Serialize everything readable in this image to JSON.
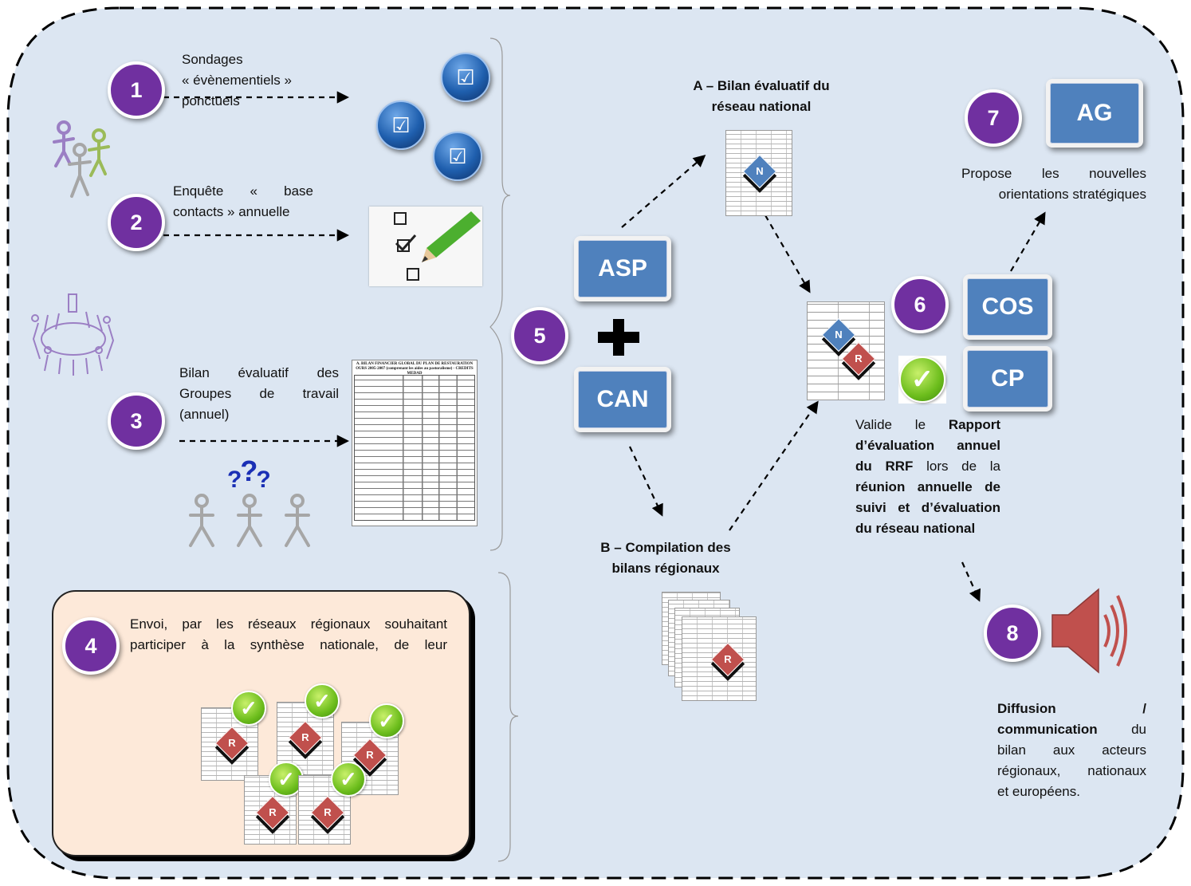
{
  "background_color": "#dce6f2",
  "accent_purple": "#7030a0",
  "box_blue": "#4f81bd",
  "marker_red": "#c0504d",
  "steps": {
    "s1": "1",
    "s2": "2",
    "s3": "3",
    "s4": "4",
    "s5": "5",
    "s6": "6",
    "s7": "7",
    "s8": "8"
  },
  "step1": {
    "line1": "Sondages",
    "line2": "« évènementiels »",
    "line3": "ponctuels"
  },
  "step2": {
    "line1": "Enquête « base",
    "line2": "contacts » annuelle"
  },
  "step3": {
    "line1": "Bilan évaluatif des",
    "line2": "Groupes de travail",
    "line3": "(annuel)"
  },
  "step4": {
    "line1": "Envoi, par les réseaux régionaux souhaitant",
    "line2": "participer à la synthèse nationale, de leur"
  },
  "boxes": {
    "asp": "ASP",
    "can": "CAN",
    "ag": "AG",
    "cos": "COS",
    "cp": "CP"
  },
  "section_a": {
    "line1": "A – Bilan évaluatif du",
    "line2": "réseau national"
  },
  "section_b": {
    "line1": "B – Compilation des",
    "line2": "bilans régionaux"
  },
  "markers": {
    "national": "N",
    "regional": "R"
  },
  "step7_text": {
    "line1": "Propose les nouvelles",
    "line2": "orientations stratégiques"
  },
  "step6_text": {
    "l1a": "Valide le ",
    "l1b": "Rapport",
    "l2": "d’évaluation annuel",
    "l3a": "du RRF",
    "l3b": " lors de la",
    "l4": "réunion annuelle de",
    "l5": "suivi et d’évaluation",
    "l6": "du réseau national"
  },
  "step8_text": {
    "l1a": "Diffusion",
    "l1b": "/",
    "l2a": "communication",
    "l2b": " du",
    "l3": "bilan aux acteurs",
    "l4": "régionaux, nationaux",
    "l5": "et européens."
  },
  "table_doc": {
    "title": "A. BILAN FINANCIER GLOBAL DU PLAN DE RESTAURATION OURS 2005-2007 (comprenant les aides au pastoralisme) - CREDITS MEDAD"
  },
  "icons": {
    "people": "people-group-icon",
    "meeting": "meeting-circle-icon",
    "question": "question-marks-icon",
    "checklist": "checklist-pencil-icon",
    "survey": "survey-check-icon",
    "plus": "plus-icon",
    "checkmark": "green-check-icon",
    "speaker": "loudspeaker-icon"
  }
}
